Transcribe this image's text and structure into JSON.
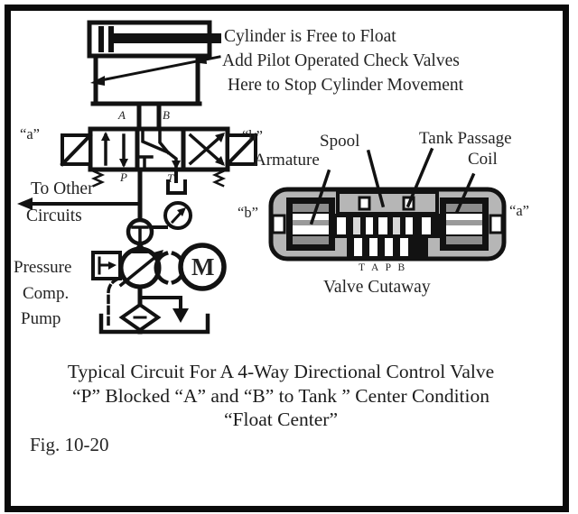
{
  "figure": {
    "fig_label": "Fig. 10-20",
    "caption_line1": "Typical Circuit For A 4-Way Directional Control Valve",
    "caption_line2": "“P” Blocked “A” and “B” to Tank ” Center Condition",
    "caption_line3": "“Float Center”"
  },
  "colors": {
    "ink": "#111111",
    "paper": "#ffffff",
    "gray_light": "#b6b6b6",
    "gray_mid": "#8d8d8d",
    "gray_dark": "#5e5e5e"
  },
  "annotations": {
    "cylinder_note": "Cylinder is Free to Float",
    "check_valve_note_line1": "Add Pilot Operated Check Valves",
    "check_valve_note_line2": "Here to Stop Cylinder Movement"
  },
  "schematic": {
    "solenoid_a": "“a”",
    "solenoid_b": "“b”",
    "port_a": "A",
    "port_b": "B",
    "port_p": "P",
    "port_t": "T",
    "to_other_line1": "To Other",
    "to_other_line2": "Circuits",
    "pump_label_line1": "Pressure",
    "pump_label_line2": "Comp.",
    "pump_label_line3": "Pump",
    "motor_letter": "M"
  },
  "cutaway": {
    "label_spool": "Spool",
    "label_armature": "Armature",
    "label_tank_passage": "Tank Passage",
    "label_coil": "Coil",
    "end_b": "“b”",
    "end_a": "“a”",
    "ports": "T A P B",
    "caption": "Valve Cutaway"
  }
}
